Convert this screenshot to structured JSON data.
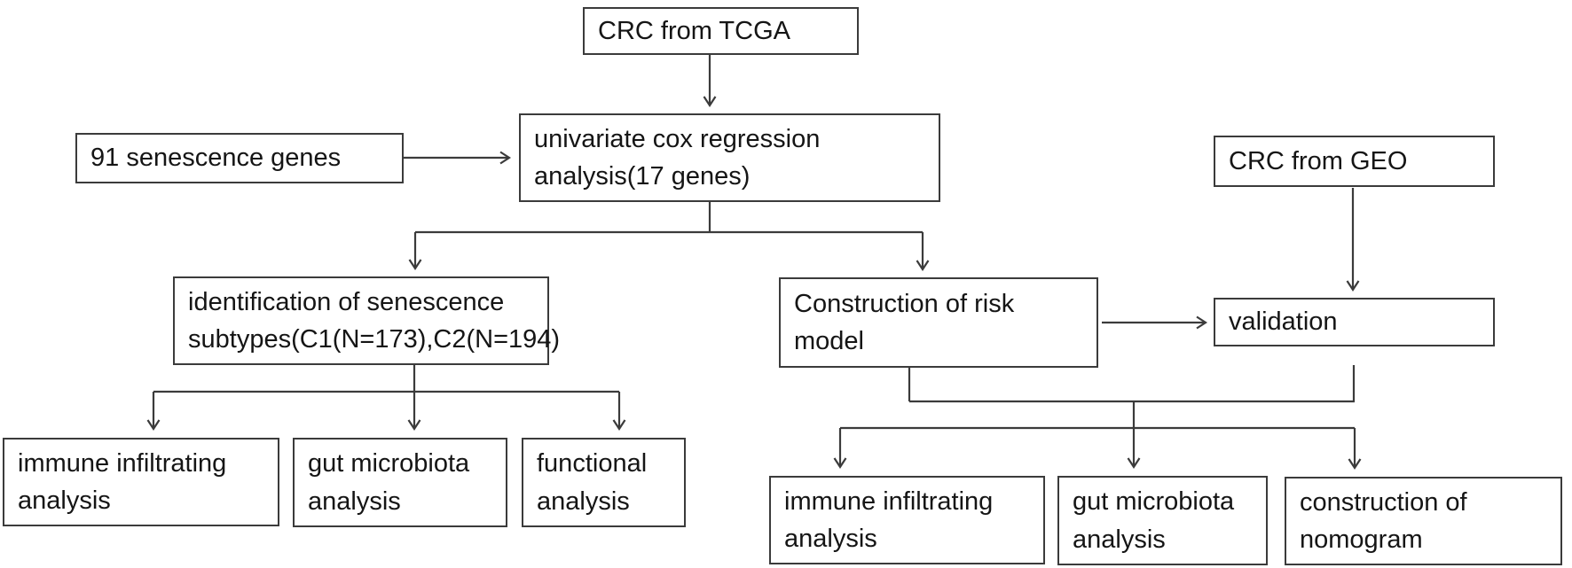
{
  "diagram": {
    "title": "CRC senescence analysis workflow flowchart",
    "background_color": "#ffffff",
    "line_color": "#3b3b3b",
    "text_color": "#151515",
    "nodes": [
      {
        "id": "crc-tcga",
        "label": "CRC from TCGA"
      },
      {
        "id": "senescence-genes",
        "label": "91 senescence genes"
      },
      {
        "id": "univariate-cox",
        "label": "univariate cox regression\nanalysis(17 genes)"
      },
      {
        "id": "crc-geo",
        "label": "CRC from GEO"
      },
      {
        "id": "identification-subtypes",
        "label": "identification of senescence\nsubtypes(C1(N=173),C2(N=194)"
      },
      {
        "id": "risk-model",
        "label": "Construction of risk\nmodel"
      },
      {
        "id": "validation",
        "label": "validation"
      },
      {
        "id": "immune-infiltrating-left",
        "label": "immune infiltrating\nanalysis"
      },
      {
        "id": "gut-microbiota-left",
        "label": "gut microbiota\nanalysis"
      },
      {
        "id": "functional-analysis",
        "label": "functional\nanalysis"
      },
      {
        "id": "immune-infiltrating-right",
        "label": "immune infiltrating\nanalysis"
      },
      {
        "id": "gut-microbiota-right",
        "label": "gut microbiota\nanalysis"
      },
      {
        "id": "construction-nomogram",
        "label": "construction of\nnomogram"
      }
    ],
    "edges": [
      "CRC from TCGA -> univariate cox regression analysis(17 genes)",
      "91 senescence genes -> univariate cox regression analysis(17 genes)",
      "univariate cox regression analysis(17 genes) -> identification of senescence subtypes(C1(N=173),C2(N=194)",
      "univariate cox regression analysis(17 genes) -> Construction of risk model",
      "CRC from GEO -> validation",
      "Construction of risk model -> validation",
      "identification of senescence subtypes -> immune infiltrating analysis",
      "identification of senescence subtypes -> gut microbiota analysis",
      "identification of senescence subtypes -> functional analysis",
      "Construction of risk model + validation -> immune infiltrating analysis",
      "Construction of risk model + validation -> gut microbiota analysis",
      "Construction of risk model + validation -> construction of nomogram"
    ]
  }
}
